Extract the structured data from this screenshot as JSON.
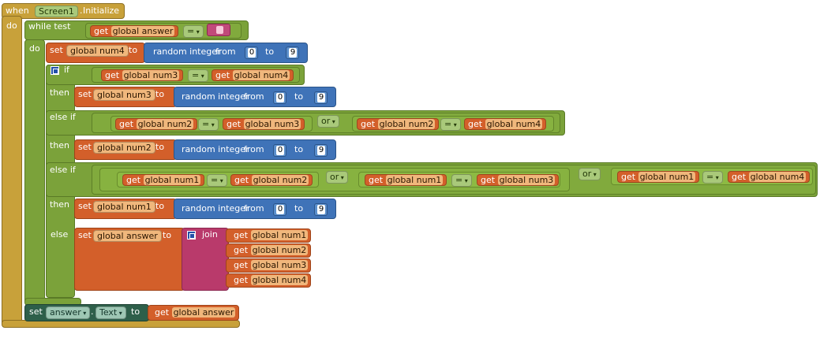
{
  "event": {
    "when": "when",
    "component": "Screen1",
    "dot": ".",
    "event_name": "Initialize",
    "do": "do"
  },
  "while": {
    "label": "while test",
    "do": "do",
    "get": "get",
    "var": "global answer",
    "op": "="
  },
  "set_num4": {
    "set": "set",
    "var": "global num4",
    "to": "to",
    "random": "random integer",
    "from": "from",
    "to2": "to",
    "from_val": "0",
    "to_val": "9"
  },
  "if_block": {
    "if": "if",
    "get": "get",
    "var_a": "global num3",
    "op": "=",
    "var_b": "global num4"
  },
  "then1": {
    "then": "then",
    "set": "set",
    "var": "global num3",
    "to": "to",
    "random": "random integer",
    "from": "from",
    "to2": "to",
    "from_val": "0",
    "to_val": "9"
  },
  "elseif1": {
    "label": "else if",
    "get": "get",
    "a1": "global num2",
    "op1": "=",
    "b1": "global num3",
    "or": "or",
    "a2": "global num2",
    "op2": "=",
    "b2": "global num4"
  },
  "then2": {
    "then": "then",
    "set": "set",
    "var": "global num2",
    "to": "to",
    "random": "random integer",
    "from": "from",
    "to2": "to",
    "from_val": "0",
    "to_val": "9"
  },
  "elseif2": {
    "label": "else if",
    "get": "get",
    "a1": "global num1",
    "op1": "=",
    "b1": "global num2",
    "or1": "or",
    "a2": "global num1",
    "op2": "=",
    "b2": "global num3",
    "or2": "or",
    "a3": "global num1",
    "op3": "=",
    "b3": "global num4"
  },
  "then3": {
    "then": "then",
    "set": "set",
    "var": "global num1",
    "to": "to",
    "random": "random integer",
    "from": "from",
    "to2": "to",
    "from_val": "0",
    "to_val": "9"
  },
  "else_block": {
    "else": "else",
    "set": "set",
    "var": "global answer",
    "to": "to",
    "join": "join",
    "get": "get",
    "items": [
      "global num1",
      "global num2",
      "global num3",
      "global num4"
    ]
  },
  "final": {
    "set": "set",
    "component": "answer",
    "dot": ".",
    "prop": "Text",
    "to": "to",
    "get": "get",
    "var": "global answer"
  },
  "icons": {
    "dropdown": "dropdown-arrow-icon",
    "mutator": "mutator-gear-icon"
  },
  "colors": {
    "event": "#c8a13a",
    "control": "#7ba23a",
    "variable": "#d35f2a",
    "math": "#3f73b8",
    "text": "#b93a6b",
    "component": "#2e5f4a"
  }
}
